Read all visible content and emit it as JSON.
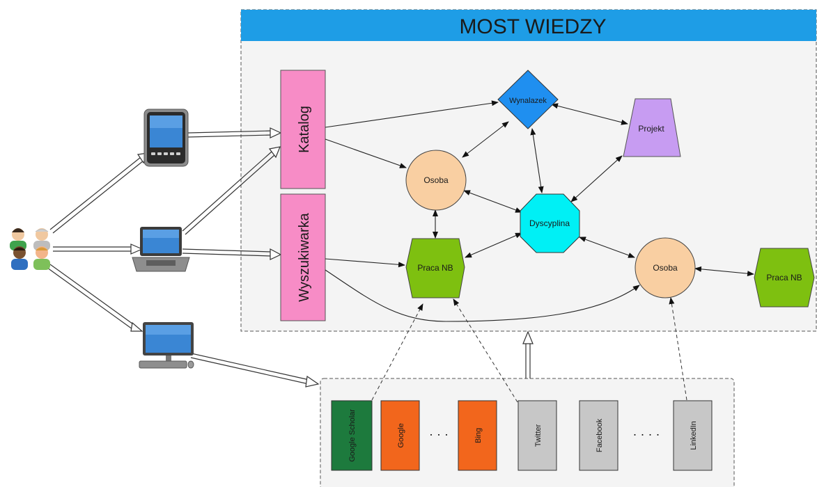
{
  "title": "MOST WIEDZY",
  "colors": {
    "header": "#1e9de6",
    "pink": "#f78cc6",
    "blue_node": "#1f8ff0",
    "purple": "#c79cf2",
    "orange_node": "#f9cfa2",
    "cyan": "#00f0f5",
    "green_node": "#7ec010",
    "scholar": "#1d7a3d",
    "search_engine": "#f2661c",
    "social": "#c7c7c7"
  },
  "devices": [
    {
      "name": "tablet"
    },
    {
      "name": "laptop"
    },
    {
      "name": "desktop"
    }
  ],
  "left_blocks": {
    "katalog": "Katalog",
    "wyszukiwarka": "Wyszukiwarka"
  },
  "nodes": {
    "wynalazek": "Wynalazek",
    "projekt": "Projekt",
    "osoba_1": "Osoba",
    "dyscyplina": "Dyscyplina",
    "praca_nb_1": "Praca NB",
    "osoba_2": "Osoba",
    "praca_nb_2": "Praca NB"
  },
  "sources": {
    "google_scholar": "Google Scholar",
    "google": "Google",
    "ellipsis_1": "· · ·",
    "bing": "Bing",
    "twitter": "Twitter",
    "facebook": "Facebook",
    "ellipsis_2": "· · · ·",
    "linkedin": "LinkedIn"
  }
}
